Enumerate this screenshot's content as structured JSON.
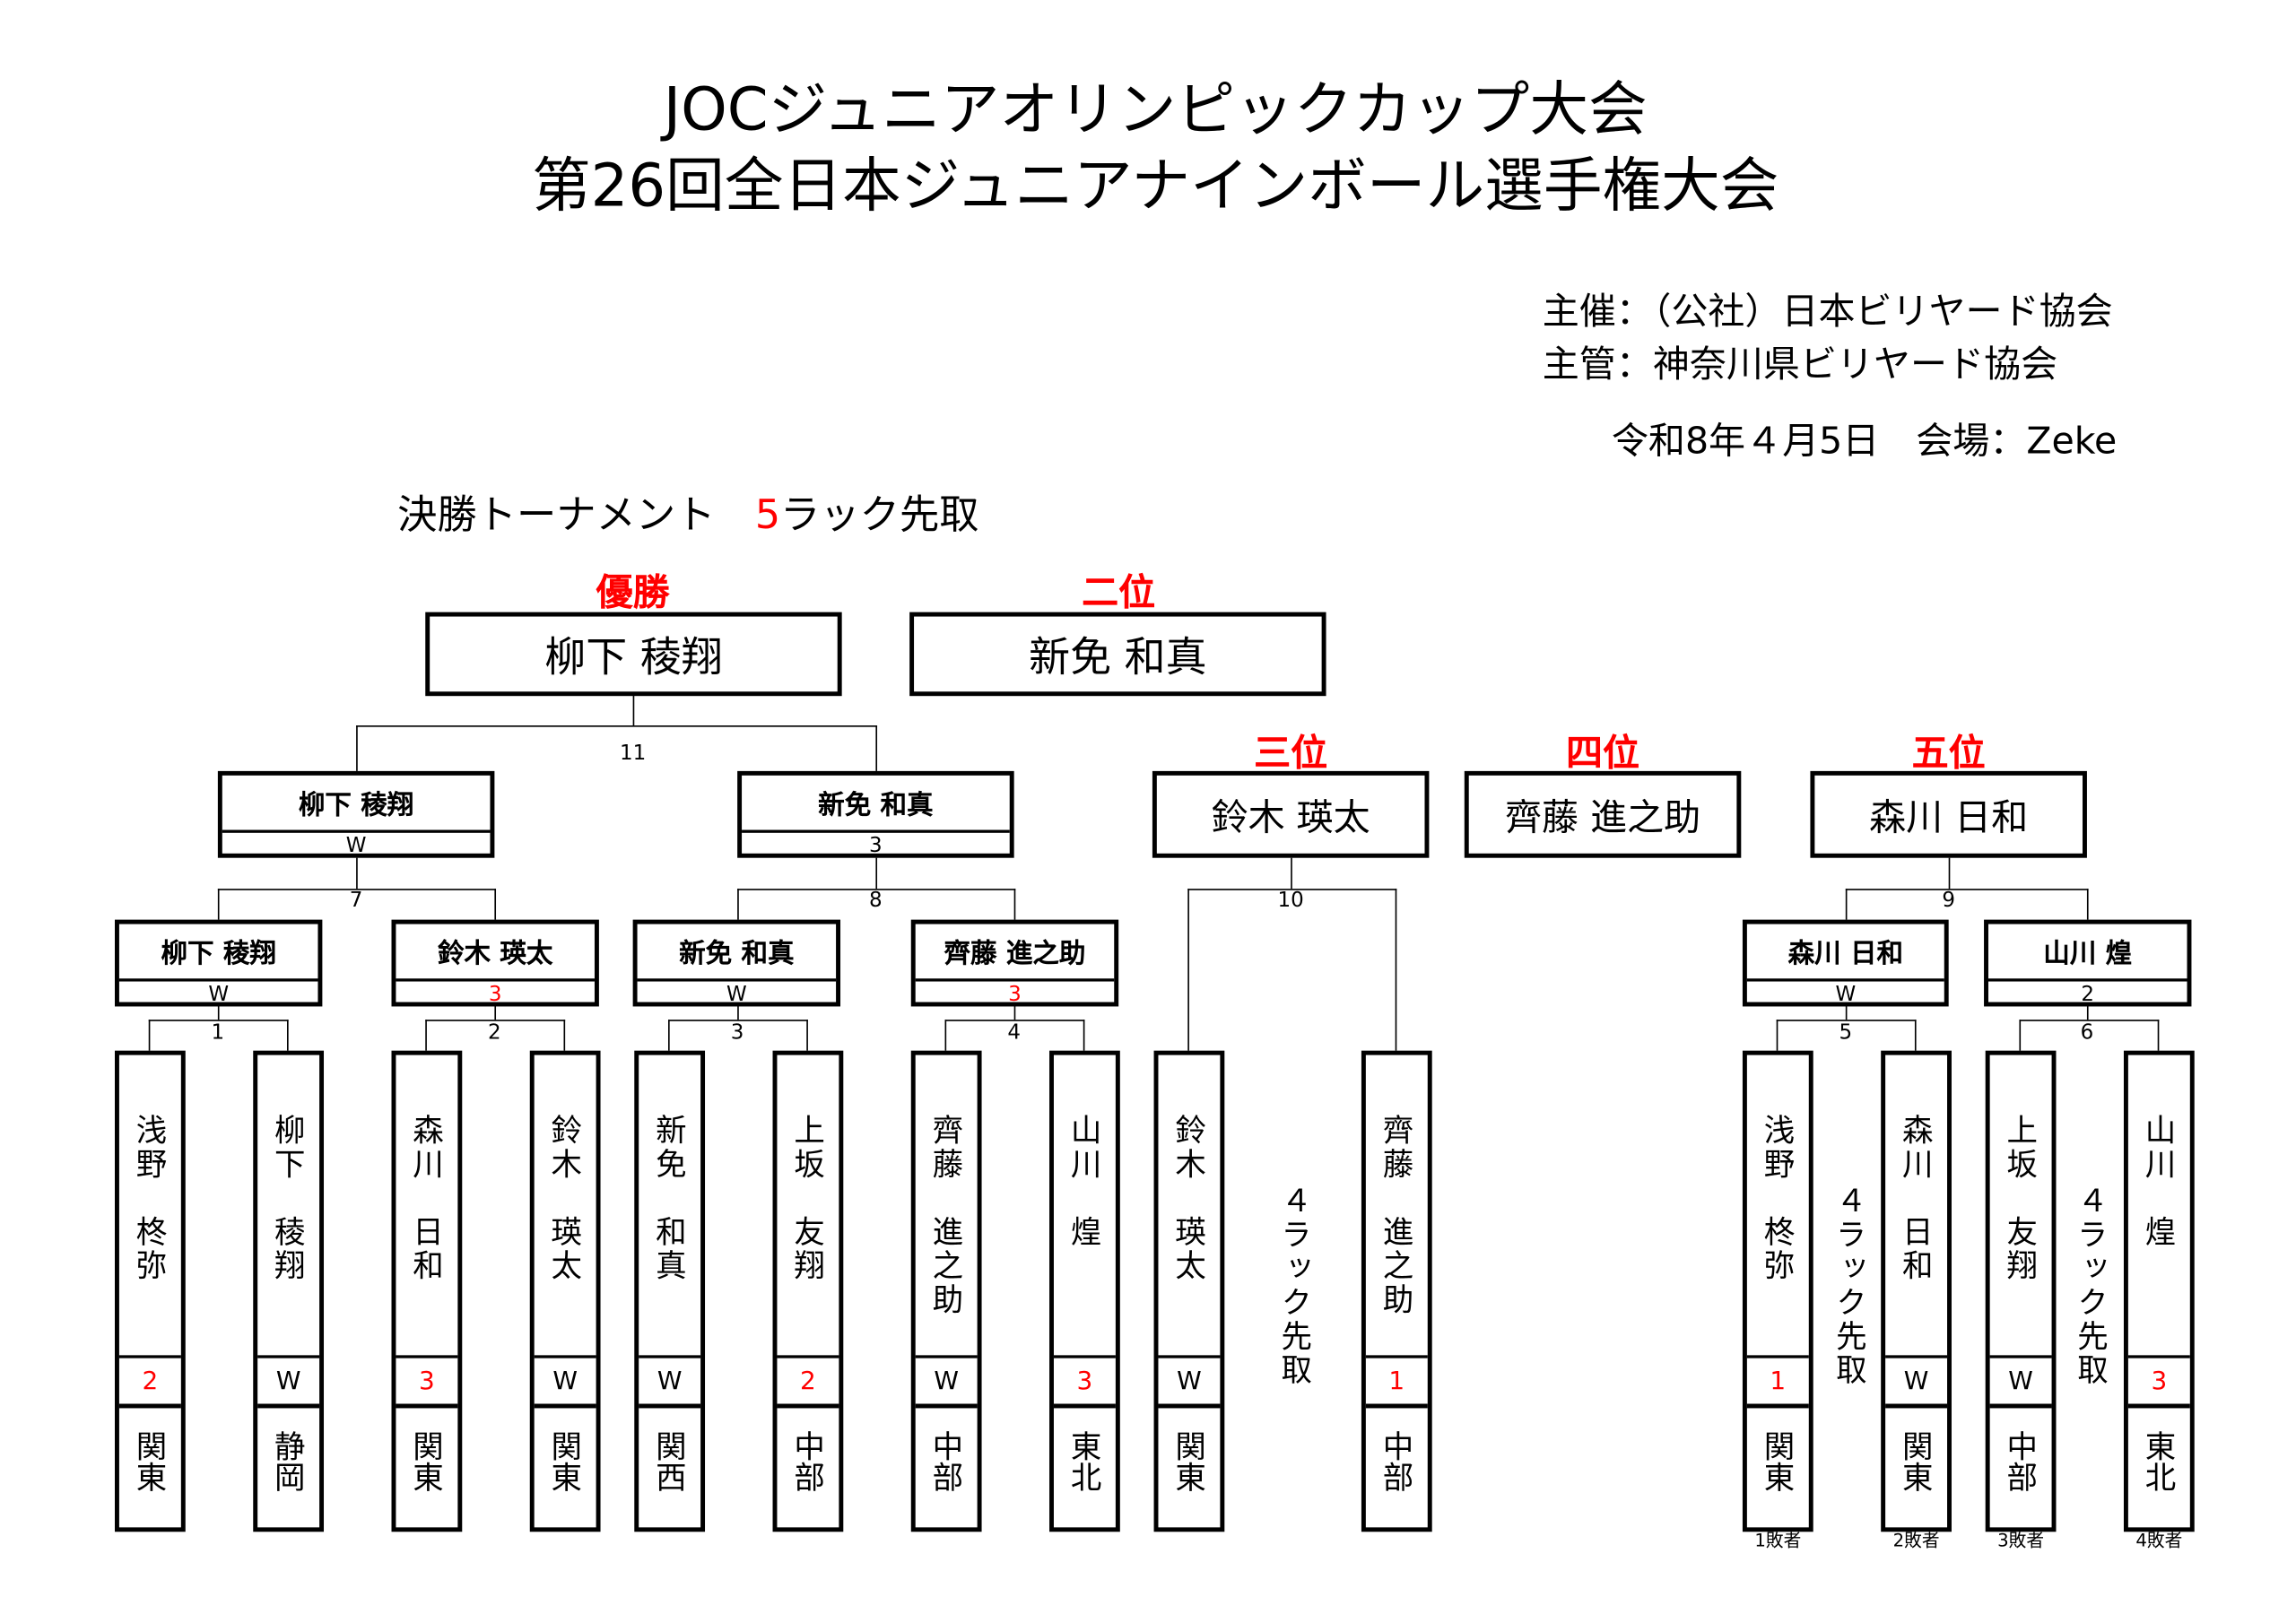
{
  "title": {
    "line1": "JOCジュニアオリンピックカップ大会",
    "line2": "第26回全日本ジュニアナインボール選手権大会"
  },
  "organizer": {
    "host": "主催：（公社）日本ビリヤード協会",
    "manager": "主管：神奈川県ビリヤード協会",
    "date_venue": "令和8年４月5日　会場：Zeke"
  },
  "heading": {
    "text": "決勝トーナメント",
    "race_num": "5",
    "race_text": "ラック先取"
  },
  "placings": [
    {
      "label": "優勝",
      "name": "柳下 稜翔"
    },
    {
      "label": "二位",
      "name": "新免 和真"
    },
    {
      "label": "三位",
      "name": "鈴木 瑛太"
    },
    {
      "label": "四位",
      "name": "齊藤 進之助"
    },
    {
      "label": "五位",
      "name": "森川 日和"
    }
  ],
  "matches": {
    "m11": "11",
    "m7": "7",
    "m8": "8",
    "m10": "10",
    "m9": "9",
    "m1": "1",
    "m2": "2",
    "m3": "3",
    "m4": "4",
    "m5": "5",
    "m6": "6"
  },
  "semis": [
    {
      "name": "柳下 稜翔",
      "score": "W",
      "red": false
    },
    {
      "name": "新免 和真",
      "score": "3",
      "red": false
    }
  ],
  "quarters": [
    {
      "name": "柳下 稜翔",
      "score": "W",
      "red": false
    },
    {
      "name": "鈴木 瑛太",
      "score": "3",
      "red": true
    },
    {
      "name": "新免 和真",
      "score": "W",
      "red": false
    },
    {
      "name": "齊藤 進之助",
      "score": "3",
      "red": true
    },
    {
      "name": "森川 日和",
      "score": "W",
      "red": false
    },
    {
      "name": "山川 煌",
      "score": "2",
      "red": false
    }
  ],
  "players": [
    {
      "name": "浅野　柊弥",
      "score": "2",
      "red": true,
      "region": "関東"
    },
    {
      "name": "柳下　稜翔",
      "score": "W",
      "red": false,
      "region": "静岡"
    },
    {
      "name": "森川　日和",
      "score": "3",
      "red": true,
      "region": "関東"
    },
    {
      "name": "鈴木　瑛太",
      "score": "W",
      "red": false,
      "region": "関東"
    },
    {
      "name": "新免　和真",
      "score": "W",
      "red": false,
      "region": "関西"
    },
    {
      "name": "上坂　友翔",
      "score": "2",
      "red": true,
      "region": "中部"
    },
    {
      "name": "齊藤　進之助",
      "score": "W",
      "red": false,
      "region": "中部"
    },
    {
      "name": "山川　煌",
      "score": "3",
      "red": true,
      "region": "東北"
    },
    {
      "name": "鈴木　瑛太",
      "score": "W",
      "red": false,
      "region": "関東"
    },
    {
      "name": "齊藤　進之助",
      "score": "1",
      "red": true,
      "region": "中部"
    },
    {
      "name": "浅野　柊弥",
      "score": "1",
      "red": true,
      "region": "関東",
      "note": "1敗者"
    },
    {
      "name": "森川　日和",
      "score": "W",
      "red": false,
      "region": "関東",
      "note": "2敗者"
    },
    {
      "name": "上坂　友翔",
      "score": "W",
      "red": false,
      "region": "中部",
      "note": "3敗者"
    },
    {
      "name": "山川　煌",
      "score": "3",
      "red": true,
      "region": "東北",
      "note": "4敗者"
    }
  ],
  "race4": "４ラック先取"
}
